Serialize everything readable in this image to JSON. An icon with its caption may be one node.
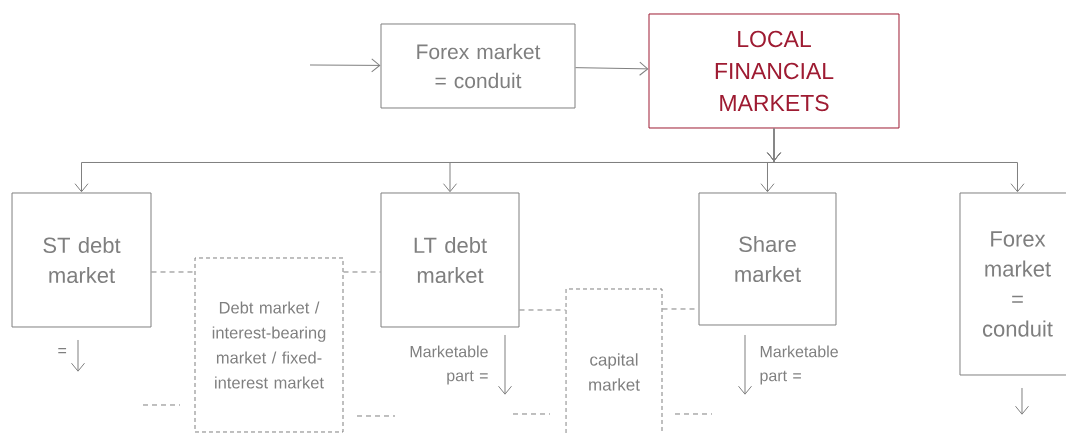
{
  "diagram": {
    "nodes": [
      {
        "text": [
          "Forex market = conduit"
        ]
      },
      {
        "text": [
          "LOCAL FINANCIAL MARKETS"
        ]
      },
      {
        "text": [
          "ST debt market"
        ]
      },
      {
        "text": [
          "Debt market / interest-bearing market / fixed-interest market"
        ]
      },
      {
        "text": [
          "LT debt market"
        ]
      },
      {
        "text": [
          "capital market"
        ]
      },
      {
        "text": [
          "Share market"
        ]
      },
      {
        "text": [
          "Forex market = conduit"
        ]
      }
    ],
    "edges": [
      {
        "from": null,
        "to": 0,
        "arrow": "to"
      },
      {
        "from": 0,
        "to": 1,
        "arrow": "to"
      },
      {
        "from": 1,
        "to": 2,
        "arrow": "to"
      },
      {
        "from": 1,
        "to": 4,
        "arrow": "to"
      },
      {
        "from": 1,
        "to": 6,
        "arrow": "to"
      },
      {
        "from": 1,
        "to": 7,
        "arrow": "to"
      },
      {
        "from": 2,
        "to": 3,
        "arrow": "none",
        "style": "dashed"
      },
      {
        "from": 3,
        "to": 4,
        "arrow": "none",
        "style": "dashed"
      },
      {
        "from": 4,
        "to": 5,
        "arrow": "none",
        "style": "dashed"
      },
      {
        "from": 5,
        "to": 6,
        "arrow": "none",
        "style": "dashed"
      }
    ],
    "labels": [
      "=",
      "Marketable part =",
      "Marketable part ="
    ]
  }
}
